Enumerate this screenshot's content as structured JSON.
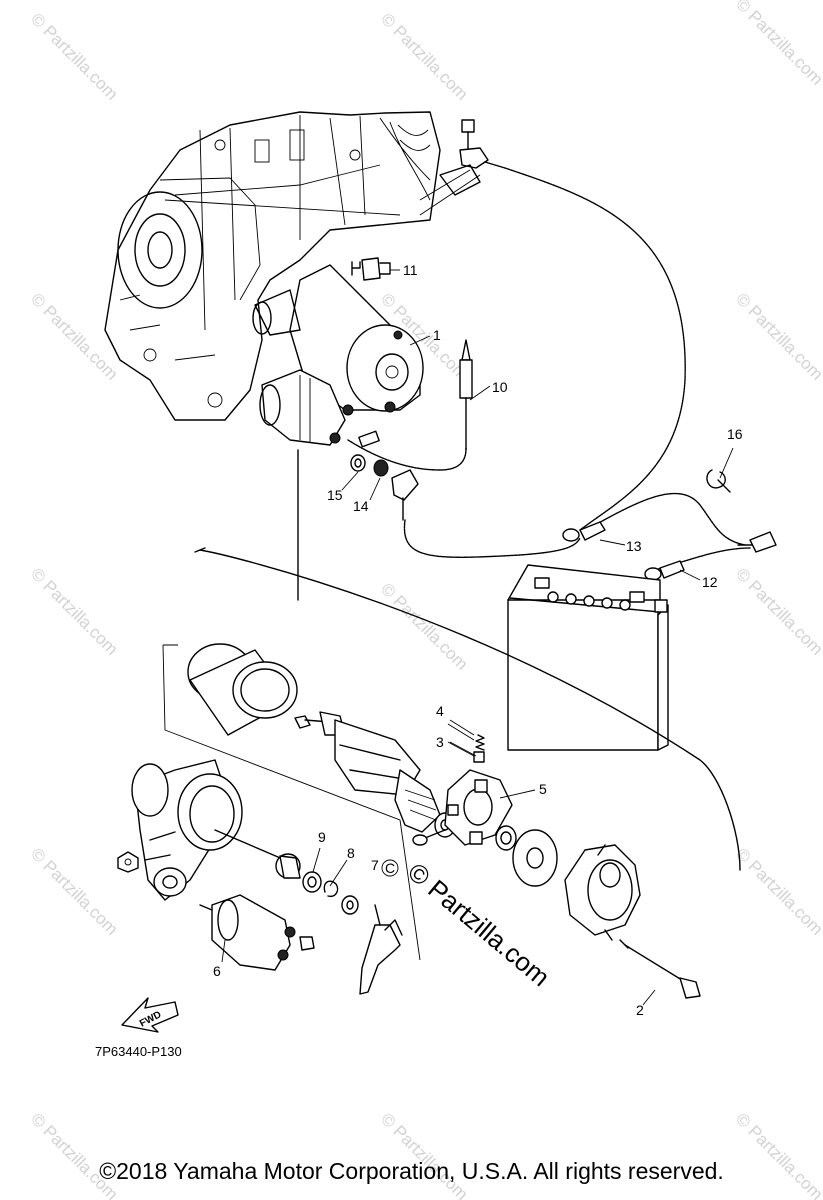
{
  "watermark": "© Partzilla.com",
  "brand_watermark": "© Partzilla.com",
  "figure_code": "7P63440-P130",
  "fwd_label": "FWD",
  "copyright": "©2018 Yamaha Motor Corporation, U.S.A. All rights reserved.",
  "callouts": {
    "c1": "1",
    "c2": "2",
    "c3": "3",
    "c4": "4",
    "c5": "5",
    "c6": "6",
    "c7": "7",
    "c8": "8",
    "c9": "9",
    "c10": "10",
    "c11": "11",
    "c12": "12",
    "c13": "13",
    "c14": "14",
    "c15": "15",
    "c16": "16"
  }
}
